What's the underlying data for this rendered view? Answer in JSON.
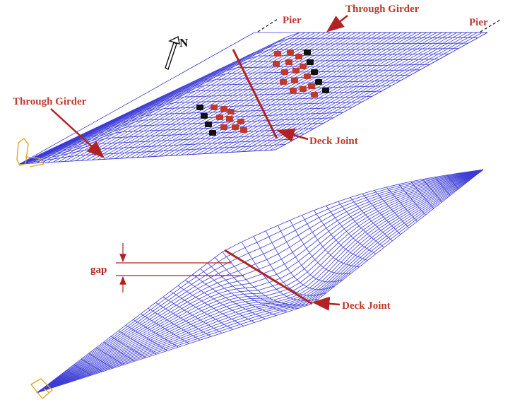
{
  "labels": {
    "pier_left": "Pier",
    "pier_right": "Pier",
    "through_girder_top": "Through Girder",
    "through_girder_left": "Through Girder",
    "deck_joint_top": "Deck Joint",
    "deck_joint_bottom": "Deck Joint",
    "north": "N",
    "gap": "gap"
  },
  "colors": {
    "mesh": "#3b3bd6",
    "annotation": "#b22222",
    "load_red": "#c0392b",
    "load_black": "#111111",
    "support": "#e3a52b"
  }
}
